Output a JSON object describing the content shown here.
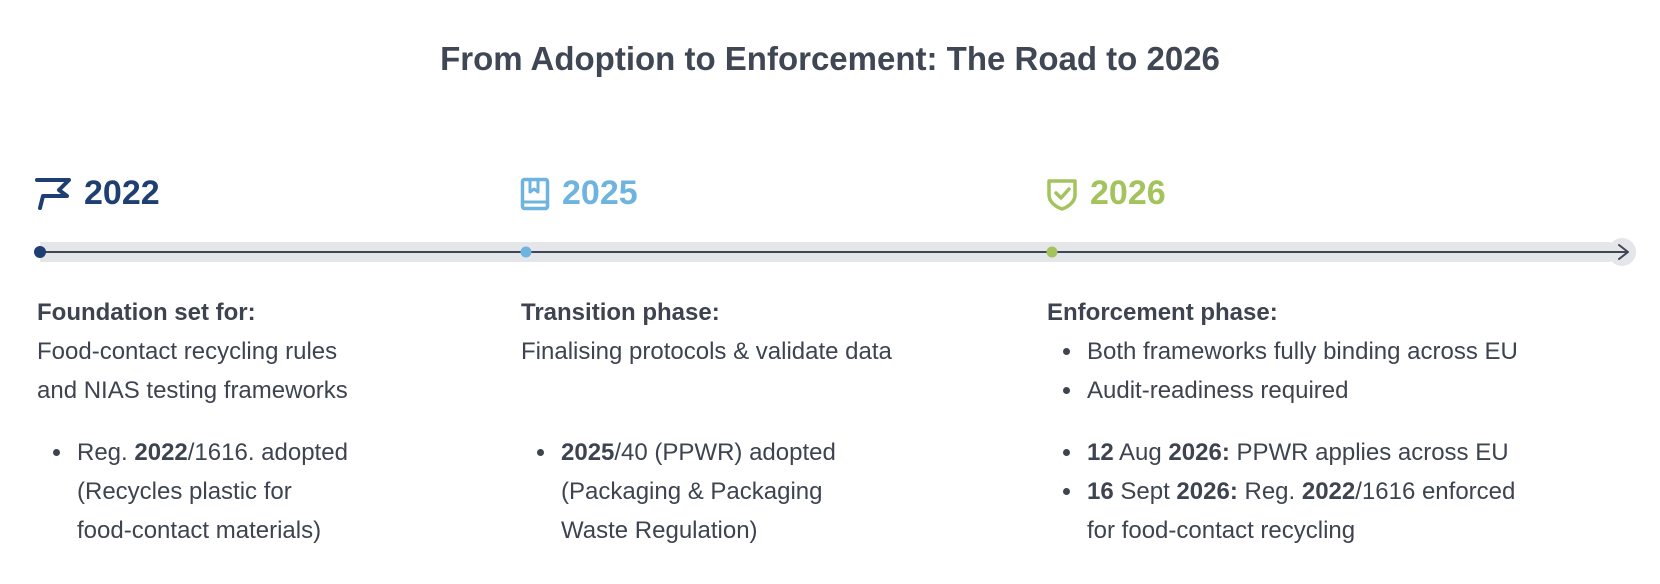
{
  "title": "From Adoption to Enforcement: The Road to 2026",
  "colors": {
    "y2022": "#1f3f73",
    "y2025": "#6fb4df",
    "y2026": "#a3c35c",
    "axis": "#e4e6ea",
    "text": "#3d4450"
  },
  "milestones": [
    {
      "year": "2022",
      "icon": "flag-icon",
      "heading": "Foundation set for:",
      "lines": [
        "Food-contact recycling rules",
        "and NIAS testing frameworks"
      ],
      "bullets": [
        {
          "parts": [
            {
              "t": "Reg. ",
              "b": false
            },
            {
              "t": "2022",
              "b": true
            },
            {
              "t": "/1616. adopted",
              "b": false
            }
          ]
        },
        {
          "parts": [
            {
              "t": "(Recycles plastic for",
              "b": false
            }
          ],
          "cont": true
        },
        {
          "parts": [
            {
              "t": "food-contact materials)",
              "b": false
            }
          ],
          "cont": true
        }
      ]
    },
    {
      "year": "2025",
      "icon": "book-icon",
      "heading": "Transition phase:",
      "lines": [
        "Finalising protocols & validate data"
      ],
      "bullets": [
        {
          "parts": [
            {
              "t": "2025",
              "b": true
            },
            {
              "t": "/40 (PPWR) adopted",
              "b": false
            }
          ]
        },
        {
          "parts": [
            {
              "t": "(Packaging & Packaging",
              "b": false
            }
          ],
          "cont": true
        },
        {
          "parts": [
            {
              "t": "Waste Regulation)",
              "b": false
            }
          ],
          "cont": true
        }
      ]
    },
    {
      "year": "2026",
      "icon": "shield-check-icon",
      "heading": "Enforcement phase:",
      "top_bullets": [
        "Both frameworks fully binding across EU",
        "Audit-readiness required"
      ],
      "bullets": [
        {
          "parts": [
            {
              "t": "12",
              "b": true
            },
            {
              "t": " Aug ",
              "b": false
            },
            {
              "t": "2026:",
              "b": true
            },
            {
              "t": " PPWR applies across EU",
              "b": false
            }
          ]
        },
        {
          "parts": [
            {
              "t": "16",
              "b": true
            },
            {
              "t": " Sept ",
              "b": false
            },
            {
              "t": "2026:",
              "b": true
            },
            {
              "t": " Reg. ",
              "b": false
            },
            {
              "t": "2022",
              "b": true
            },
            {
              "t": "/1616 enforced",
              "b": false
            }
          ]
        },
        {
          "parts": [
            {
              "t": "for food-contact recycling",
              "b": false
            }
          ],
          "cont": true
        }
      ]
    }
  ]
}
